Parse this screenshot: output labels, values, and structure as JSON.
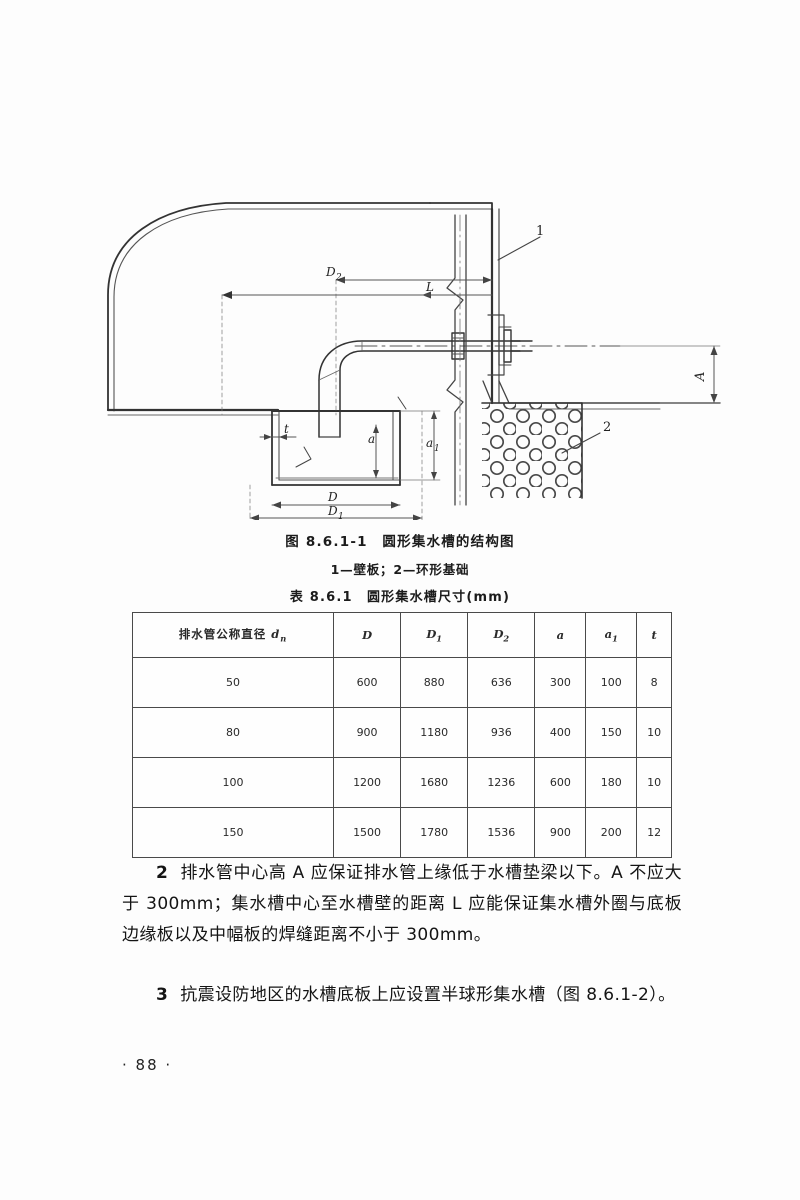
{
  "figure": {
    "caption": "图 8.6.1-1　圆形集水槽的结构图",
    "legend": "1—壁板；2—环形基础",
    "labels": {
      "callout_1": "1",
      "callout_2": "2",
      "dim_A": "A",
      "dim_L": "L",
      "dim_D": "D",
      "dim_D1": "D₁",
      "dim_D2": "D₂",
      "dim_a": "a",
      "dim_a1": "a₁",
      "dim_t": "t"
    }
  },
  "table": {
    "caption": "表 8.6.1　圆形集水槽尺寸(mm)",
    "headers": [
      "排水管公称直径 dn",
      "D",
      "D₁",
      "D₂",
      "a",
      "a₁",
      "t"
    ],
    "rows": [
      [
        "50",
        "600",
        "880",
        "636",
        "300",
        "100",
        "8"
      ],
      [
        "80",
        "900",
        "1180",
        "936",
        "400",
        "150",
        "10"
      ],
      [
        "100",
        "1200",
        "1680",
        "1236",
        "600",
        "180",
        "10"
      ],
      [
        "150",
        "1500",
        "1780",
        "1536",
        "900",
        "200",
        "12"
      ]
    ]
  },
  "paragraphs": {
    "item2_num": "2",
    "item2_text": "排水管中心高 A 应保证排水管上缘低于水槽垫梁以下。A 不应大于 300mm；集水槽中心至水槽壁的距离 L 应能保证集水槽外圈与底板边缘板以及中幅板的焊缝距离不小于 300mm。",
    "item3_num": "3",
    "item3_text": "抗震设防地区的水槽底板上应设置半球形集水槽（图 8.6.1-2）。"
  },
  "page_number": "· 88 ·",
  "colors": {
    "ink": "#1a1a1a",
    "line": "#4a4a4a",
    "paper": "#fdfdfd"
  }
}
